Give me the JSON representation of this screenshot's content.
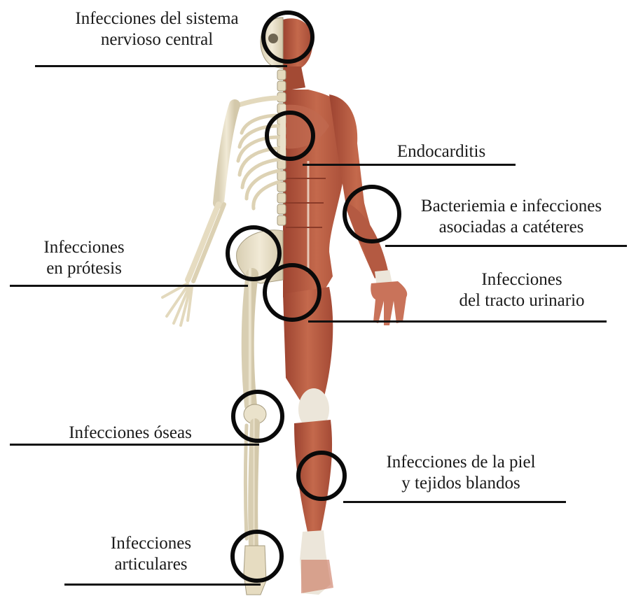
{
  "figure": {
    "ring_color": "#0a0a0a",
    "leader_color": "#111111",
    "bone_color": "#e8dfc6",
    "muscle_color": "#b5563d",
    "tendon_color": "#ece6da"
  },
  "labels": {
    "cns": {
      "line1": "Infecciones del sistema",
      "line2": "nervioso central"
    },
    "endocarditis": {
      "line1": "Endocarditis"
    },
    "bacteremia": {
      "line1": "Bacteriemia e infecciones",
      "line2": "asociadas a catéteres"
    },
    "prosthesis": {
      "line1": "Infecciones",
      "line2": "en prótesis"
    },
    "urinary": {
      "line1": "Infecciones",
      "line2": "del tracto urinario"
    },
    "bone": {
      "line1": "Infecciones óseas"
    },
    "skin": {
      "line1": "Infecciones de la piel",
      "line2": "y tejidos blandos"
    },
    "joint": {
      "line1": "Infecciones",
      "line2": "articulares"
    }
  }
}
